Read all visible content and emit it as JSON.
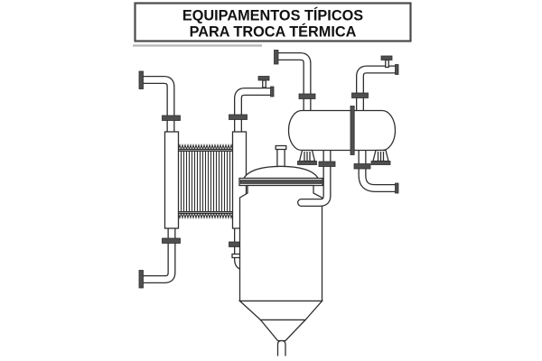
{
  "title": {
    "line1": "EQUIPAMENTOS TÍPICOS",
    "line2": "PARA TROCA TÉRMICA"
  },
  "colors": {
    "background": "#ffffff",
    "line": "#2e2e2e",
    "flange_fill": "#4f4f4f",
    "title_border": "#4a4a4a",
    "shadow_line": "#b9b9b9"
  },
  "equipment": [
    {
      "id": "plate-heat-exchanger",
      "icon": "plate-stack-with-flanged-piping"
    },
    {
      "id": "shell-and-tube-heat-exchanger",
      "icon": "horizontal-drum-with-saddles-and-nozzles"
    },
    {
      "id": "vertical-tank",
      "icon": "dome-top-vessel-with-conical-bottom-outlet"
    }
  ]
}
